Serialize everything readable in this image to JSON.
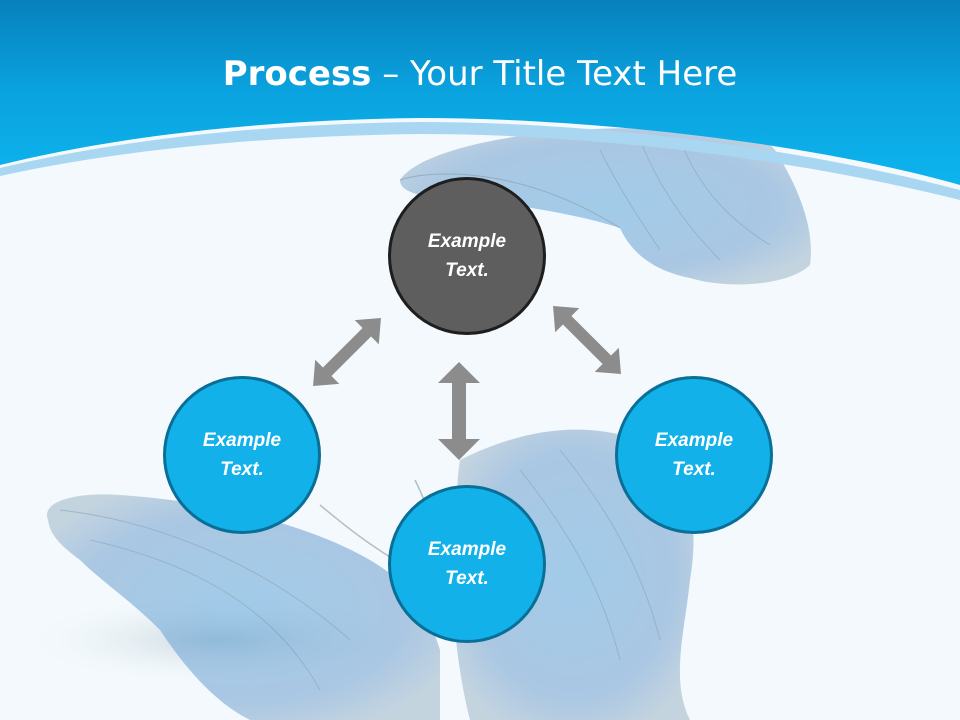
{
  "title": {
    "bold": "Process",
    "rest": " – Your Title Text Here"
  },
  "colors": {
    "header": "#0aaae6",
    "header_dark": "#0785c0",
    "center_node": "#5e5e5e",
    "outer_node": "#12b1ea",
    "arrow": "#8c8c8c"
  },
  "nodes": {
    "top": {
      "line1": "Example",
      "line2": "Text."
    },
    "left": {
      "line1": "Example",
      "line2": "Text."
    },
    "right": {
      "line1": "Example",
      "line2": "Text."
    },
    "bottom": {
      "line1": "Example",
      "line2": "Text."
    }
  }
}
